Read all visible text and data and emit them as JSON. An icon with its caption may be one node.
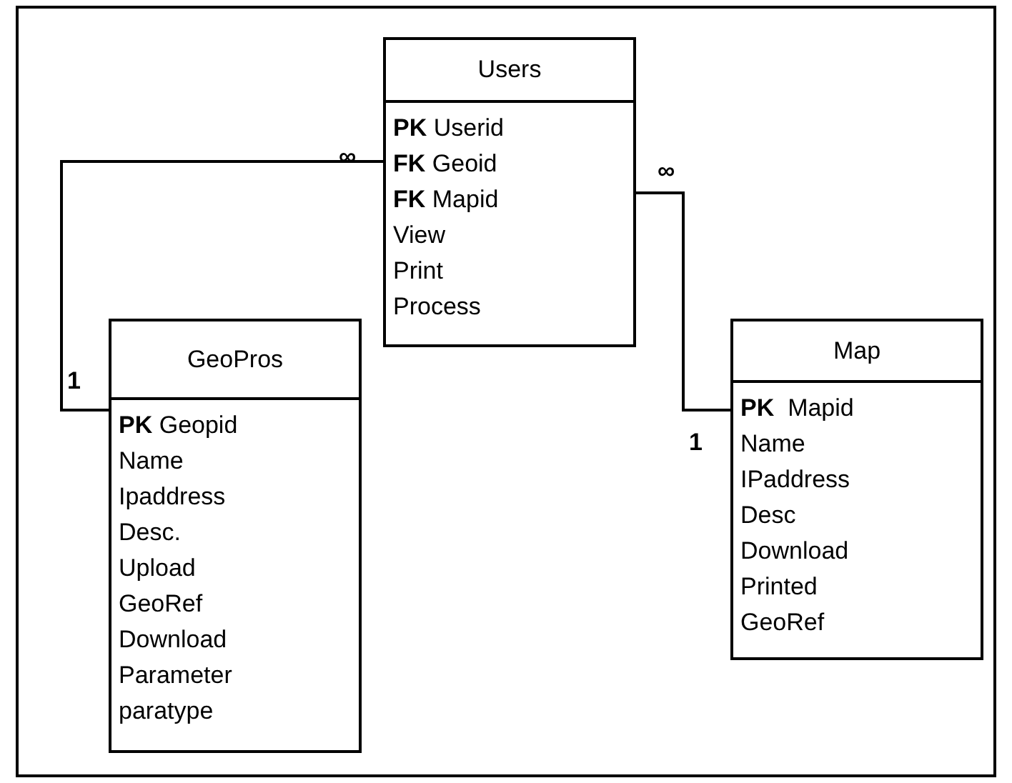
{
  "diagram": {
    "nodes": [
      {
        "text": [
          "Users",
          "**PK** Userid",
          "**FK** Geoid",
          "**FK** Mapid",
          "View",
          "Print",
          "Process"
        ]
      },
      {
        "text": [
          "GeoPros",
          "**PK** Geopid",
          "Name",
          "Ipaddress",
          "Desc.",
          "Upload",
          "GeoRef",
          "Download",
          "Parameter",
          "paratype"
        ]
      },
      {
        "text": [
          "Map",
          "**PK**  Mapid",
          "Name",
          "IPaddress",
          "Desc",
          "Download",
          "Printed",
          "GeoRef"
        ]
      }
    ],
    "edges": [
      {
        "from": 0,
        "to": 1,
        "arrow": "none"
      },
      {
        "from": 0,
        "to": 2,
        "arrow": "none"
      }
    ],
    "labels": [
      "∞",
      "∞",
      "1",
      "1"
    ]
  }
}
